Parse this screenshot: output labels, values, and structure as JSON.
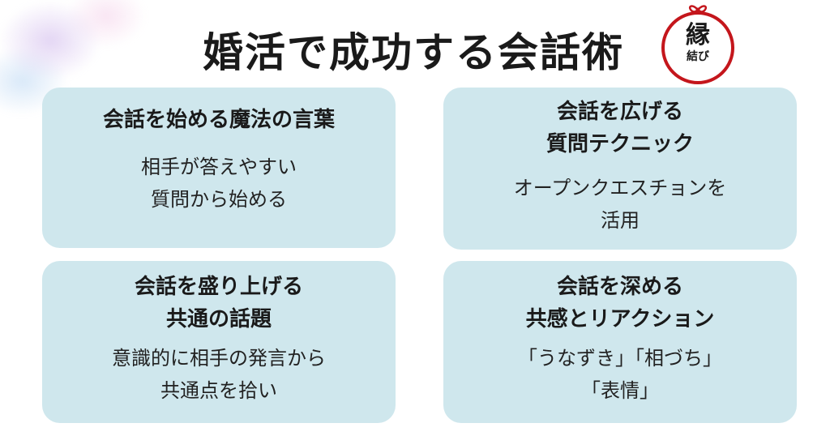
{
  "title": "婚活で成功する会話術",
  "seal": {
    "main": "縁",
    "sub": "結び"
  },
  "cards": [
    {
      "heading": [
        "会話を始める魔法の言葉"
      ],
      "body": [
        "相手が答えやすい",
        "質問から始める"
      ]
    },
    {
      "heading": [
        "会話を広げる",
        "質問テクニック"
      ],
      "body": [
        "オープンクエスチョンを",
        "活用"
      ]
    },
    {
      "heading": [
        "会話を盛り上げる",
        "共通の話題"
      ],
      "body": [
        "意識的に相手の発言から",
        "共通点を拾い"
      ]
    },
    {
      "heading": [
        "会話を深める",
        "共感とリアクション"
      ],
      "body": [
        "「うなずき」「相づち」",
        "「表情」"
      ]
    }
  ],
  "colors": {
    "card_background": "#cfe7ed",
    "seal_red": "#c4161c"
  }
}
